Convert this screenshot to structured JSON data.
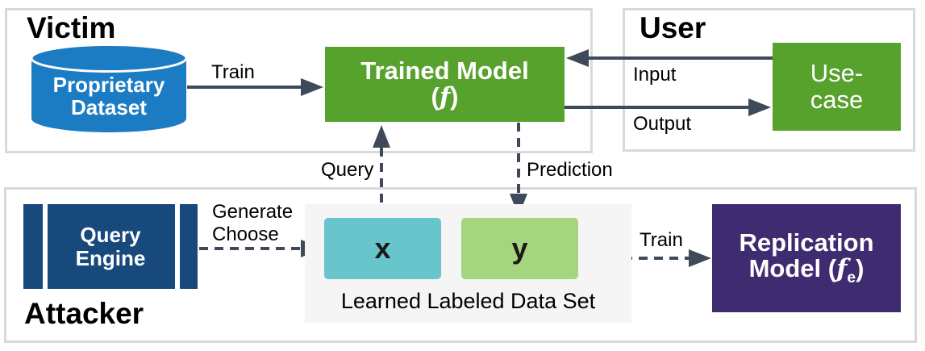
{
  "colors": {
    "container_border": "#d9d9d9",
    "arrow": "#3e4a59",
    "model_green": "#56a22c",
    "dataset_blue": "#1b7cc4",
    "engine_navy": "#17497c",
    "x_teal": "#68c5cc",
    "y_green": "#a5d57c",
    "replication_purple": "#3e2b70",
    "dataset_panel_bg": "#f5f5f5"
  },
  "victim": {
    "title": "Victim",
    "proprietary_dataset": "Proprietary Dataset",
    "trained_model": {
      "line1": "Trained Model",
      "open": "(",
      "symbol": "f",
      "close": ")"
    }
  },
  "user": {
    "title": "User",
    "use_case": {
      "line1": "Use-",
      "line2": "case"
    }
  },
  "attacker": {
    "title": "Attacker",
    "query_engine": "Query Engine",
    "x_label": "x",
    "y_label": "y",
    "data_set_caption": "Learned Labeled Data Set",
    "replication_model": {
      "line1": "Replication",
      "line2_prefix": "Model (",
      "symbol": "f",
      "subscript": "e",
      "close": ")"
    }
  },
  "labels": {
    "train_top": "Train",
    "input": "Input",
    "output": "Output",
    "query": "Query",
    "prediction": "Prediction",
    "generate": "Generate",
    "choose": "Choose",
    "train_bottom": "Train"
  }
}
